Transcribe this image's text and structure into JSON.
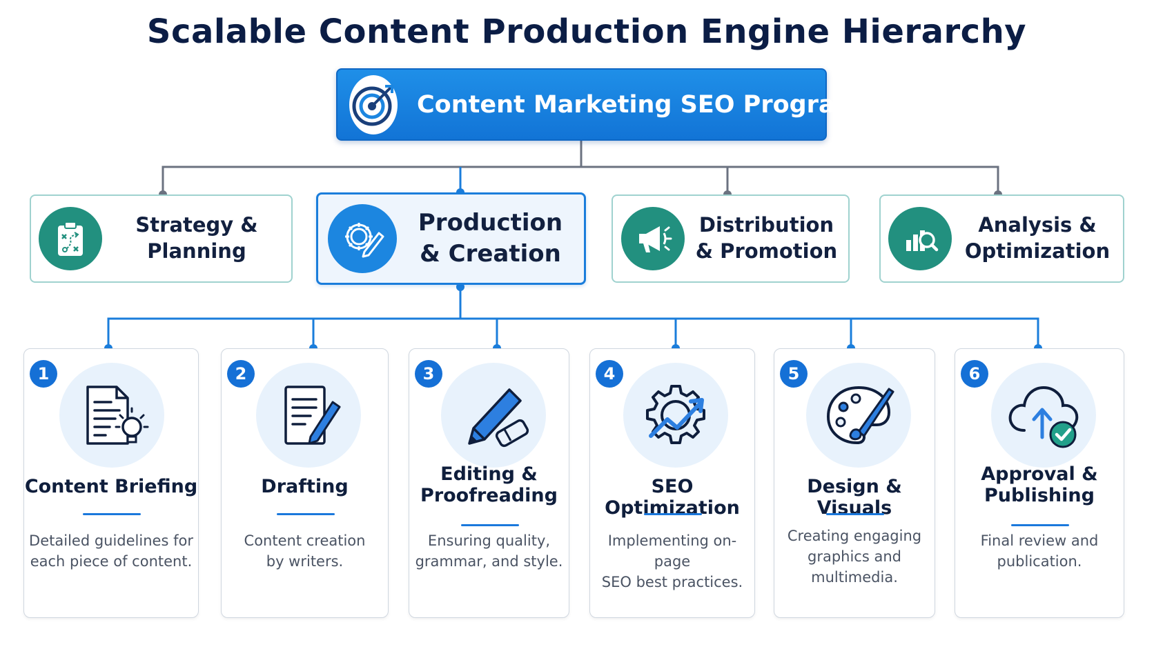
{
  "title": "Scalable Content Production Engine Hierarchy",
  "root": {
    "label": "Content Marketing SEO Program",
    "icon": "target-icon"
  },
  "categories": [
    {
      "label_lines": [
        "Strategy & Planning"
      ],
      "icon": "strategy-clipboard-icon",
      "active": false
    },
    {
      "label_lines": [
        "Production",
        "& Creation"
      ],
      "icon": "gear-pencil-icon",
      "active": true
    },
    {
      "label_lines": [
        "Distribution",
        "& Promotion"
      ],
      "icon": "megaphone-icon",
      "active": false
    },
    {
      "label_lines": [
        "Analysis &",
        "Optimization"
      ],
      "icon": "chart-magnifier-icon",
      "active": false
    }
  ],
  "steps": [
    {
      "number": "1",
      "title_lines": [
        "Content Briefing"
      ],
      "description_lines": [
        "Detailed guidelines for",
        "each piece of content."
      ],
      "icon": "document-lightbulb-icon"
    },
    {
      "number": "2",
      "title_lines": [
        "Drafting"
      ],
      "description_lines": [
        "Content creation",
        "by writers."
      ],
      "icon": "document-pen-icon"
    },
    {
      "number": "3",
      "title_lines": [
        "Editing &",
        "Proofreading"
      ],
      "description_lines": [
        "Ensuring quality,",
        "grammar, and style."
      ],
      "icon": "pencil-eraser-icon"
    },
    {
      "number": "4",
      "title_lines": [
        "SEO Optimization"
      ],
      "description_lines": [
        "Implementing on-page",
        "SEO best practices."
      ],
      "icon": "gear-trend-icon"
    },
    {
      "number": "5",
      "title_lines": [
        "Design & Visuals"
      ],
      "description_lines": [
        "Creating engaging",
        "graphics and",
        "multimedia."
      ],
      "icon": "palette-brush-icon"
    },
    {
      "number": "6",
      "title_lines": [
        "Approval &",
        "Publishing"
      ],
      "description_lines": [
        "Final review and",
        "publication."
      ],
      "icon": "cloud-upload-check-icon"
    }
  ],
  "colors": {
    "primary_blue": "#1a7ddb",
    "teal": "#22907f",
    "title_navy": "#0b1d45",
    "connector_gray": "#6b7280"
  }
}
